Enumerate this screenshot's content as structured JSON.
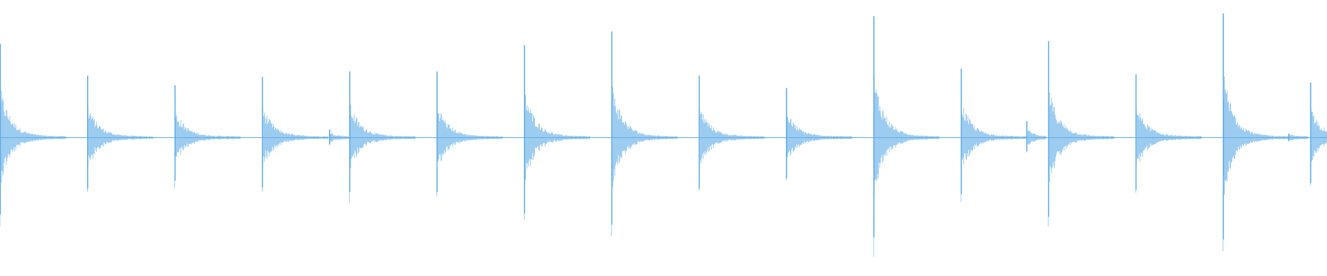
{
  "waveform": {
    "color": "#5aa9e6",
    "duration_beats": 15.18,
    "peak_scale": 1.0,
    "transients": [
      {
        "t": 0.0,
        "amp": 0.68
      },
      {
        "t": 1.0,
        "amp": 0.45
      },
      {
        "t": 2.0,
        "amp": 0.38
      },
      {
        "t": 3.0,
        "amp": 0.44
      },
      {
        "t": 3.77,
        "amp": 0.06
      },
      {
        "t": 4.0,
        "amp": 0.48
      },
      {
        "t": 5.0,
        "amp": 0.48
      },
      {
        "t": 6.0,
        "amp": 0.67
      },
      {
        "t": 7.0,
        "amp": 0.77
      },
      {
        "t": 8.0,
        "amp": 0.45
      },
      {
        "t": 9.0,
        "amp": 0.36
      },
      {
        "t": 10.0,
        "amp": 0.88
      },
      {
        "t": 11.0,
        "amp": 0.5
      },
      {
        "t": 11.75,
        "amp": 0.12
      },
      {
        "t": 12.0,
        "amp": 0.7
      },
      {
        "t": 13.0,
        "amp": 0.46
      },
      {
        "t": 14.0,
        "amp": 0.9
      },
      {
        "t": 14.75,
        "amp": 0.03
      },
      {
        "t": 15.0,
        "amp": 0.4
      }
    ]
  }
}
